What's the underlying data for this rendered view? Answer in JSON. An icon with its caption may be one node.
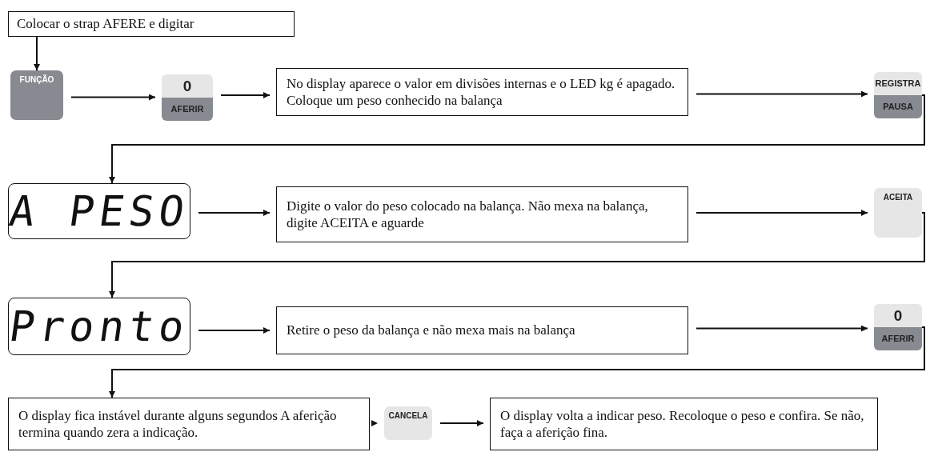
{
  "diagram": {
    "nodes": [
      {
        "text": [
          "Colocar o strap AFERE e digitar"
        ]
      },
      {
        "text": [
          "FUNÇÃO"
        ]
      },
      {
        "text": [
          "0",
          "AFERIR"
        ]
      },
      {
        "text": [
          "No display aparece o valor em divisões internas e o LED kg é apagado. Coloque um peso conhecido na balança"
        ]
      },
      {
        "text": [
          "REGISTRA",
          "PAUSA"
        ]
      },
      {
        "text": [
          "A PESO"
        ]
      },
      {
        "text": [
          "Digite o valor do peso colocado na balança. Não mexa na balança, digite ACEITA e aguarde"
        ]
      },
      {
        "text": [
          "ACEITA"
        ]
      },
      {
        "text": [
          "Pronto"
        ]
      },
      {
        "text": [
          "Retire o peso da balança e não mexa mais na balança"
        ]
      },
      {
        "text": [
          "0",
          "AFERIR"
        ]
      },
      {
        "text": [
          "O display fica instável durante alguns segundos A aferição termina quando zera a indicação."
        ]
      },
      {
        "text": [
          "CANCELA"
        ]
      },
      {
        "text": [
          "O display volta a indicar peso. Recoloque o peso e confira. Se não, faça a aferição fina."
        ]
      }
    ],
    "edges": [
      {
        "from": 0,
        "to": 1,
        "arrow": "to"
      },
      {
        "from": 1,
        "to": 2,
        "arrow": "to"
      },
      {
        "from": 2,
        "to": 3,
        "arrow": "to"
      },
      {
        "from": 3,
        "to": 4,
        "arrow": "to"
      },
      {
        "from": 4,
        "to": 5,
        "arrow": "to"
      },
      {
        "from": 5,
        "to": 6,
        "arrow": "to"
      },
      {
        "from": 6,
        "to": 7,
        "arrow": "to"
      },
      {
        "from": 7,
        "to": 8,
        "arrow": "to"
      },
      {
        "from": 8,
        "to": 9,
        "arrow": "to"
      },
      {
        "from": 9,
        "to": 10,
        "arrow": "to"
      },
      {
        "from": 10,
        "to": 11,
        "arrow": "to"
      },
      {
        "from": 11,
        "to": 12,
        "arrow": "to"
      },
      {
        "from": 12,
        "to": 13,
        "arrow": "to"
      }
    ]
  }
}
